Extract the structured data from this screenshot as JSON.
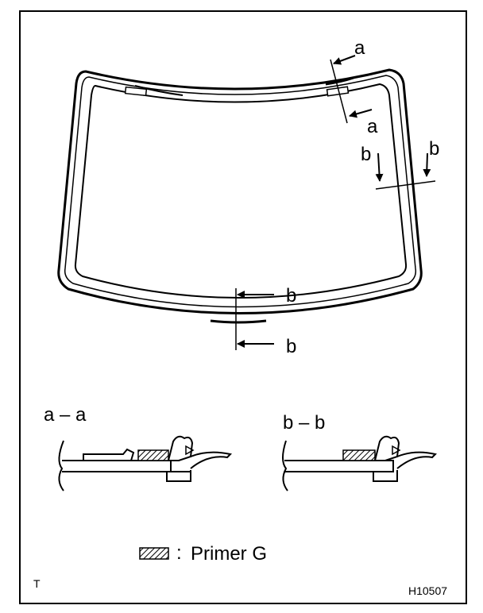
{
  "figure": {
    "section_markers": {
      "a": "a",
      "b": "b"
    },
    "section_titles": {
      "a": "a – a",
      "b": "b – b"
    },
    "legend": {
      "separator": ":",
      "text": "Primer G"
    },
    "corner_label": "T",
    "figure_id": "H10507"
  }
}
